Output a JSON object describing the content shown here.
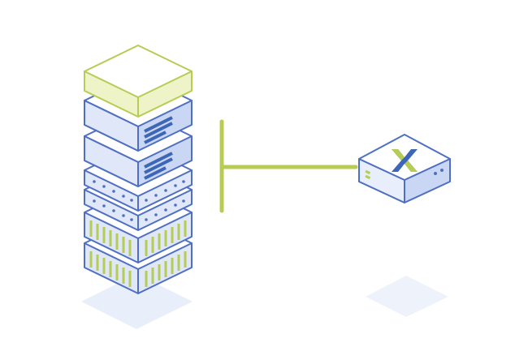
{
  "colors": {
    "outline": "#4f6fc3",
    "face_top": "#ffffff",
    "face_side_light": "#e8eefb",
    "face_side": "#c9d7f4",
    "accent": "#b6cc55",
    "accent_fill": "#eef4c8",
    "shadow": "#e9eefb",
    "x_green": "#b6cc55",
    "x_blue": "#3d66b8"
  },
  "icons": {
    "server_stack": "server-stack-icon",
    "connector": "connector-line",
    "appliance": "appliance-box-icon",
    "logo": "x-logo-icon"
  },
  "server_stack": {
    "layers": [
      "accent-top",
      "vent-panel",
      "vent-panel",
      "dot-panel",
      "dot-panel",
      "grill-panel",
      "grill-panel"
    ]
  }
}
